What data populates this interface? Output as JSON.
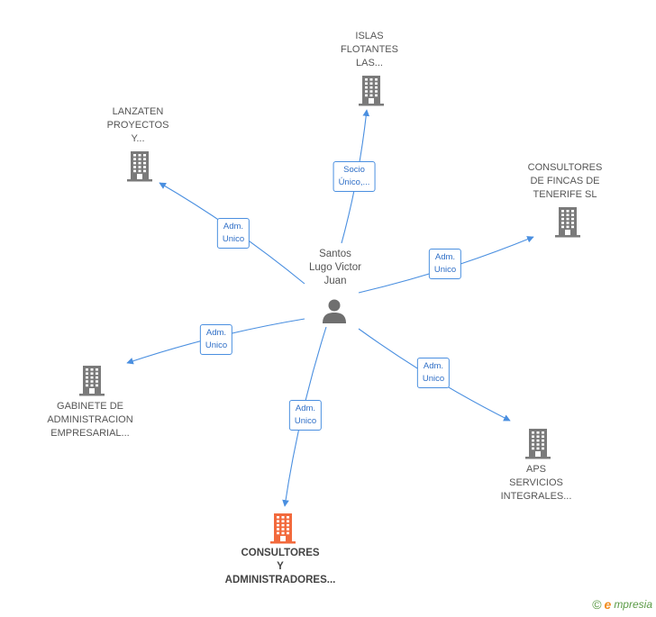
{
  "colors": {
    "edge": "#4a8fe0",
    "building": "#7a7a7a",
    "building_main": "#f26a3d",
    "person": "#6f6f6f"
  },
  "person": {
    "label": "Santos\nLugo Victor\nJuan",
    "icon": "person-icon"
  },
  "companies": [
    {
      "id": "islas",
      "label": "ISLAS\nFLOTANTES\nLAS...",
      "relation": "Socio\nÚnico,...",
      "main": false
    },
    {
      "id": "lanzaten",
      "label": "LANZATEN\nPROYECTOS\nY...",
      "relation": "Adm.\nUnico",
      "main": false
    },
    {
      "id": "consultores-fincas",
      "label": "CONSULTORES\nDE FINCAS DE\nTENERIFE SL",
      "relation": "Adm.\nUnico",
      "main": false
    },
    {
      "id": "gabinete",
      "label": "GABINETE DE\nADMINISTRACION\nEMPRESARIAL...",
      "relation": "Adm.\nUnico",
      "main": false
    },
    {
      "id": "aps",
      "label": "APS\nSERVICIOS\nINTEGRALES...",
      "relation": "Adm.\nUnico",
      "main": false
    },
    {
      "id": "consultores-admin",
      "label": "CONSULTORES\nY\nADMINISTRADORES...",
      "relation": "Adm.\nUnico",
      "main": true
    }
  ],
  "footer": {
    "copyright": "©",
    "brand_e": "e",
    "brand_rest": "mpresia"
  }
}
